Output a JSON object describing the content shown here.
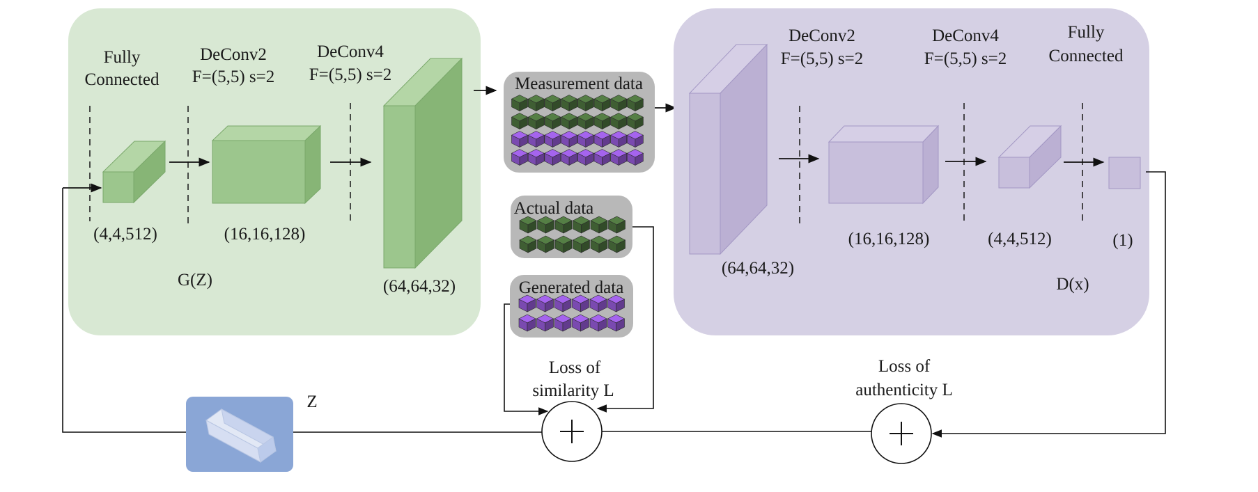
{
  "generator": {
    "name": "G(Z)",
    "layers": [
      {
        "title_1": "Fully",
        "title_2": "Connected",
        "shape": "(4,4,512)"
      },
      {
        "title_1": "DeConv2",
        "title_2": "F=(5,5) s=2",
        "shape": "(16,16,128)"
      },
      {
        "title_1": "DeConv4",
        "title_2": "F=(5,5) s=2",
        "shape": "(64,64,32)"
      }
    ]
  },
  "discriminator": {
    "name": "D(x)",
    "layers": [
      {
        "shape": "(64,64,32)"
      },
      {
        "title_1": "DeConv2",
        "title_2": "F=(5,5) s=2",
        "shape": "(16,16,128)"
      },
      {
        "title_1": "DeConv4",
        "title_2": "F=(5,5) s=2",
        "shape": "(4,4,512)"
      },
      {
        "title_1": "Fully",
        "title_2": "Connected",
        "shape": "(1)"
      }
    ]
  },
  "data_boxes": {
    "measurement": "Measurement data",
    "actual": "Actual data",
    "generated": "Generated data"
  },
  "noise": {
    "label": "Z"
  },
  "losses": {
    "similarity_1": "Loss of",
    "similarity_2": "similarity L",
    "authenticity_1": "Loss of",
    "authenticity_2": "authenticity L"
  },
  "colors": {
    "generator_bg": "#d8e8d3",
    "generator_block": "#9cc68d",
    "discriminator_bg": "#d5d0e4",
    "discriminator_block": "#c8bfdc",
    "data_box": "#b8b8b8",
    "cube_green": "#3f5e33",
    "cube_purple": "#7a4ab0",
    "noise_box": "#8aa6d6"
  }
}
